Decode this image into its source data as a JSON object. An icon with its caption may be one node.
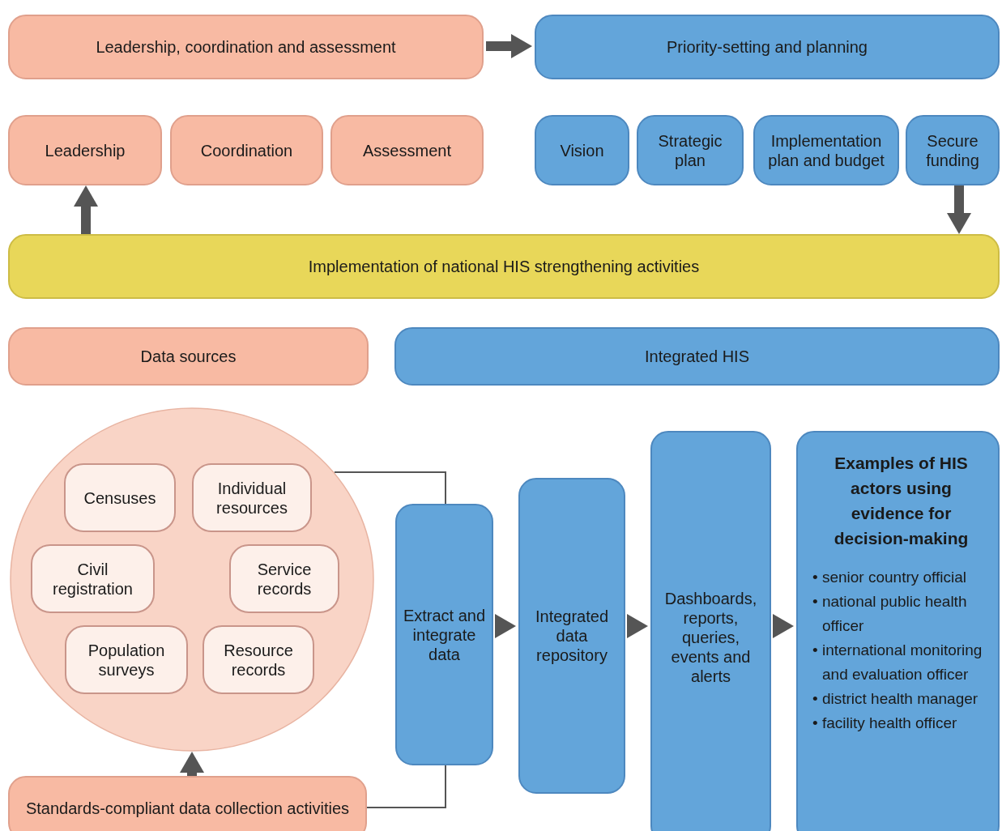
{
  "diagram": {
    "nodes": [
      {
        "text": [
          "Leadership, coordination and assessment"
        ]
      },
      {
        "text": [
          "Priority-setting and planning"
        ]
      },
      {
        "text": [
          "Leadership"
        ]
      },
      {
        "text": [
          "Coordination"
        ]
      },
      {
        "text": [
          "Assessment"
        ]
      },
      {
        "text": [
          "Vision"
        ]
      },
      {
        "text": [
          "Strategic plan"
        ]
      },
      {
        "text": [
          "Implementation plan and budget"
        ]
      },
      {
        "text": [
          "Secure funding"
        ]
      },
      {
        "text": [
          "Implementation of national HIS strengthening activities"
        ]
      },
      {
        "text": [
          "Data sources"
        ]
      },
      {
        "text": [
          "Integrated HIS"
        ]
      },
      {
        "text": [],
        "shape": "circle"
      },
      {
        "text": [
          "Censuses"
        ],
        "in": 12
      },
      {
        "text": [
          "Individual resources"
        ],
        "in": 12
      },
      {
        "text": [
          "Civil registration"
        ],
        "in": 12
      },
      {
        "text": [
          "Service records"
        ],
        "in": 12
      },
      {
        "text": [
          "Population surveys"
        ],
        "in": 12
      },
      {
        "text": [
          "Resource records"
        ],
        "in": 12
      },
      {
        "text": [
          "Standards-compliant data collection activities"
        ]
      },
      {
        "text": [
          "Extract and integrate data"
        ]
      },
      {
        "text": [
          "Integrated data repository"
        ]
      },
      {
        "text": [
          "Dashboards, reports, queries, events and alerts"
        ]
      },
      {
        "text": [
          "Examples of HIS actors using evidence for decision-making",
          "• senior country official",
          "• national public health officer",
          "• international monitoring and evaluation officer",
          "• district health manager",
          "• facility health officer"
        ]
      }
    ],
    "edges": [
      {
        "from": 0,
        "to": 1,
        "arrow": "to"
      },
      {
        "from": 9,
        "to": 2,
        "arrow": "to"
      },
      {
        "from": 8,
        "to": 9,
        "arrow": "to"
      },
      {
        "from": 19,
        "to": 12,
        "arrow": "to"
      },
      {
        "from": 12,
        "to": 20,
        "arrow": "none"
      },
      {
        "from": 19,
        "to": 20,
        "arrow": "none"
      },
      {
        "from": 20,
        "to": 21,
        "arrow": "to"
      },
      {
        "from": 21,
        "to": 22,
        "arrow": "to"
      },
      {
        "from": 22,
        "to": 23,
        "arrow": "to"
      }
    ]
  }
}
